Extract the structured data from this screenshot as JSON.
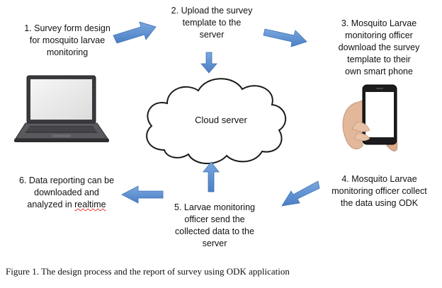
{
  "steps": {
    "step1": "1. Survey form design\nfor mosquito larvae\nmonitoring",
    "step2": "2. Upload the survey\ntemplate to the\nserver",
    "step3": "3. Mosquito Larvae\nmonitoring officer\ndownload the survey\ntemplate to their\nown smart phone",
    "step4": "4. Mosquito Larvae\nmonitoring officer collect\nthe data using ODK",
    "step5": "5. Larvae monitoring\nofficer send the\ncollected data to the\nserver",
    "step6_prefix": "6. Data reporting can be\ndownloaded and\nanalyzed in ",
    "step6_last": "realtime"
  },
  "cloud": {
    "label": "Cloud server"
  },
  "caption": "Figure 1. The design process and the report of survey using ODK application",
  "colors": {
    "arrow": "#5b8fd1",
    "arrow_edge": "#3f72b5",
    "laptop_body": "#4a4a4e",
    "phone_body": "#1c1c1e"
  },
  "icons": [
    "laptop-icon",
    "smartphone-icon",
    "cloud-shape"
  ]
}
